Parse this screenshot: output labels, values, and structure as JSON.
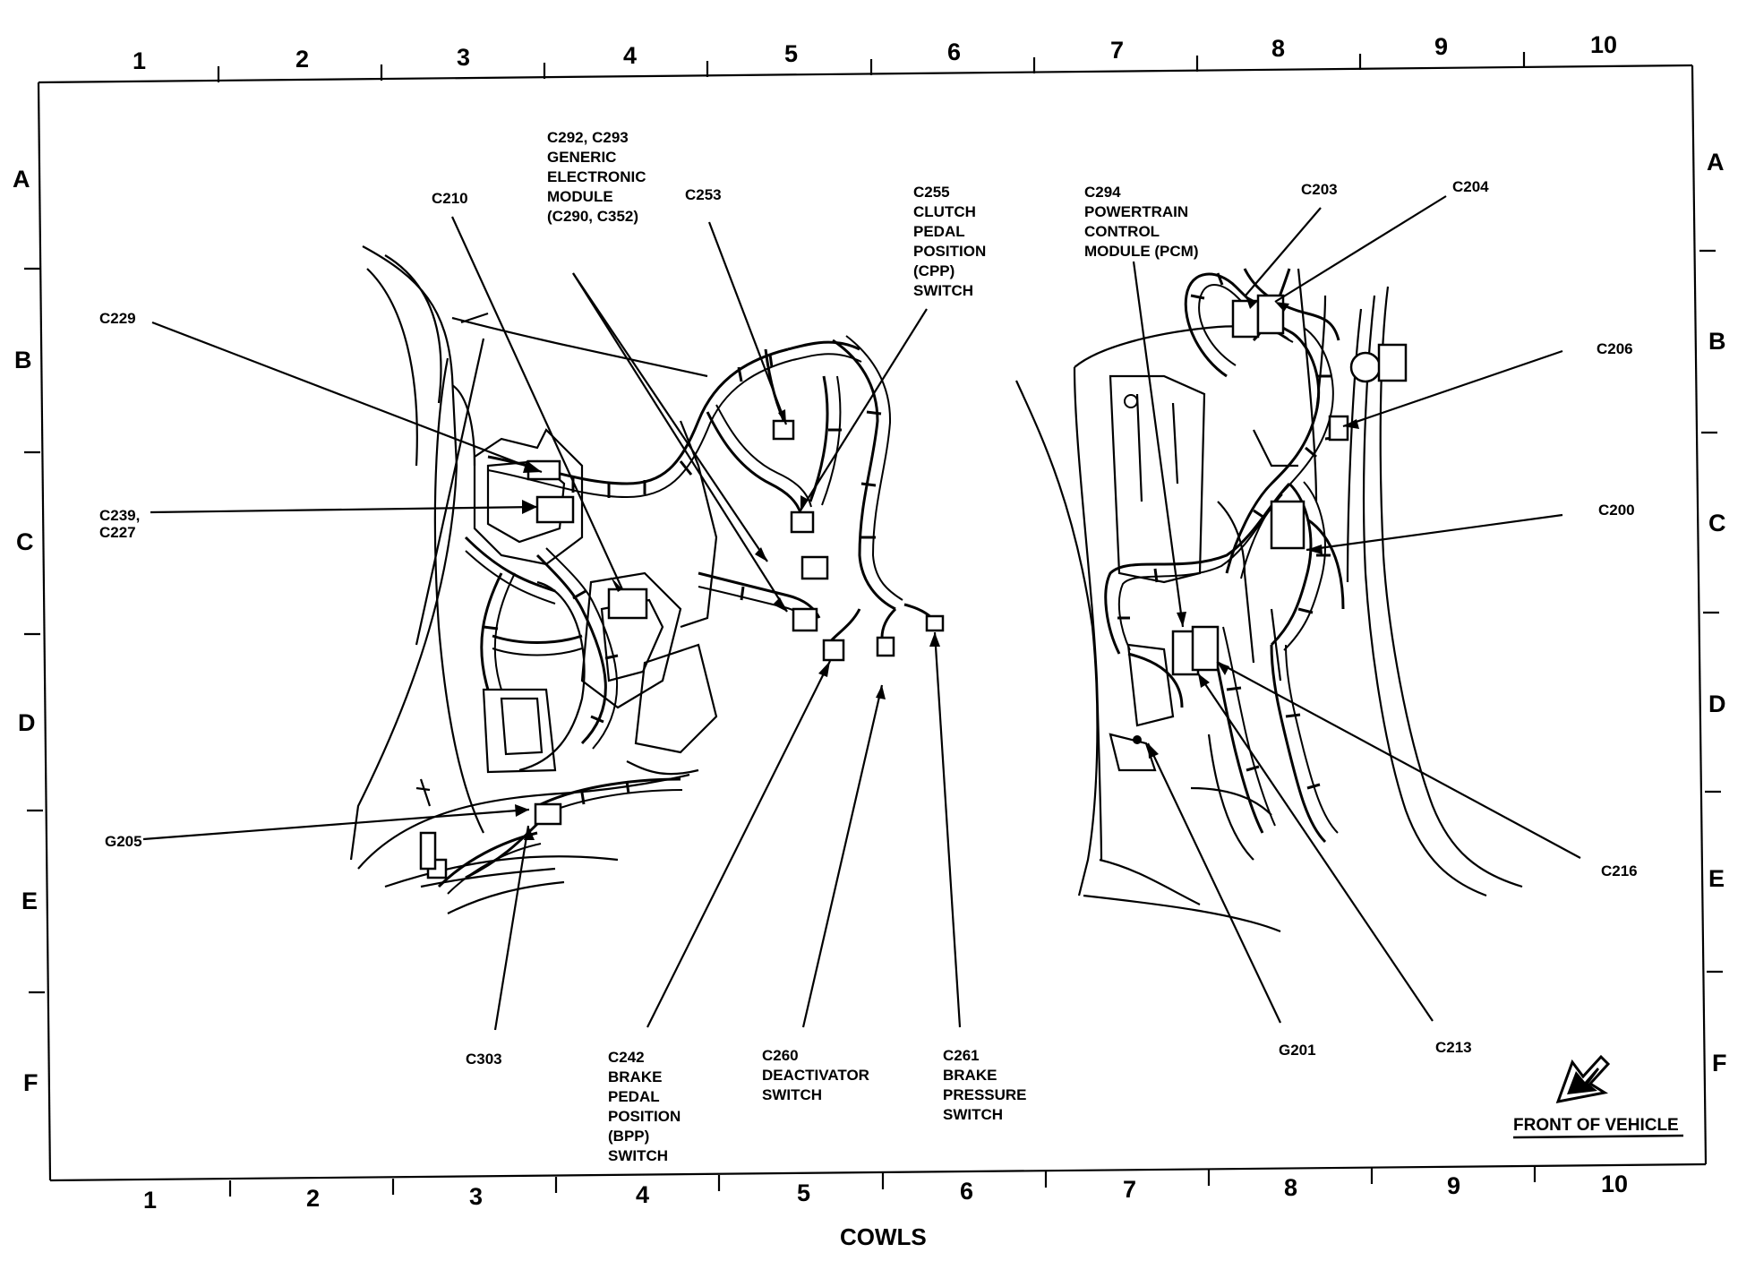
{
  "title": "COWLS",
  "top_columns": [
    "1",
    "2",
    "3",
    "4",
    "5",
    "6",
    "7",
    "8",
    "9",
    "10"
  ],
  "bottom_columns": [
    "1",
    "2",
    "3",
    "4",
    "5",
    "6",
    "7",
    "8",
    "9",
    "10"
  ],
  "left_rows": [
    "A",
    "B",
    "C",
    "D",
    "E",
    "F"
  ],
  "right_rows": [
    "A",
    "B",
    "C",
    "D",
    "E",
    "F"
  ],
  "orientation_label": "FRONT OF VEHICLE",
  "callouts": {
    "c229": [
      "C229"
    ],
    "c239": [
      "C239,",
      "C227"
    ],
    "g205": [
      "G205"
    ],
    "c210": [
      "C210"
    ],
    "c292": [
      "C292, C293",
      "GENERIC",
      "ELECTRONIC",
      "MODULE",
      "(C290, C352)"
    ],
    "c253": [
      "C253"
    ],
    "c255": [
      "C255",
      "CLUTCH",
      "PEDAL",
      "POSITION",
      "(CPP)",
      "SWITCH"
    ],
    "c303": [
      "C303"
    ],
    "c242": [
      "C242",
      "BRAKE",
      "PEDAL",
      "POSITION",
      "(BPP)",
      "SWITCH"
    ],
    "c260": [
      "C260",
      "DEACTIVATOR",
      "SWITCH"
    ],
    "c261": [
      "C261",
      "BRAKE",
      "PRESSURE",
      "SWITCH"
    ],
    "c294": [
      "C294",
      "POWERTRAIN",
      "CONTROL",
      "MODULE (PCM)"
    ],
    "c203": [
      "C203"
    ],
    "c204": [
      "C204"
    ],
    "c206": [
      "C206"
    ],
    "c200": [
      "C200"
    ],
    "c216": [
      "C216"
    ],
    "g201": [
      "G201"
    ],
    "c213": [
      "C213"
    ]
  }
}
